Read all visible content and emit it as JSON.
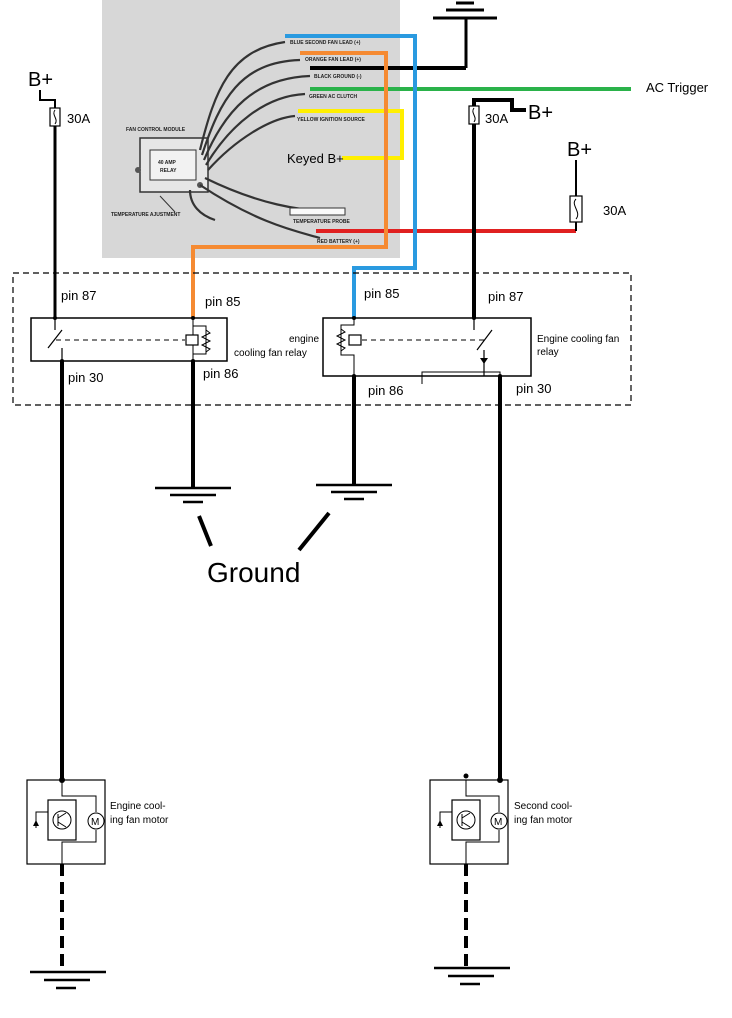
{
  "colors": {
    "background": "#ffffff",
    "photo_bg": "#d7d7d7",
    "wire_black": "#000000",
    "wire_orange": "#f58a32",
    "wire_blue": "#2a9ae0",
    "wire_green": "#2ab24a",
    "wire_yellow": "#ffef00",
    "wire_red": "#e02020"
  },
  "labels": {
    "b_plus_left": "B+",
    "b_plus_mid": "B+",
    "b_plus_right": "B+",
    "fuse_left": "30A",
    "fuse_mid": "30A",
    "fuse_right": "30A",
    "ac_trigger": "AC Trigger",
    "keyed_b_plus": "Keyed B+",
    "ground": "Ground"
  },
  "module": {
    "blue_lead": "BLUE SECOND FAN LEAD (+)",
    "orange_lead": "ORANGE FAN LEAD (+)",
    "black_ground": "BLACK GROUND (-)",
    "green_ac": "GREEN AC CLUTCH",
    "yellow_ign": "YELLOW IGNITION SOURCE",
    "fan_control": "FAN CONTROL MODULE",
    "relay_1": "40 AMP",
    "relay_2": "RELAY",
    "temp_adj": "TEMPERATURE AJUSTMENT",
    "temp_probe": "TEMPERATURE PROBE",
    "red_battery": "RED BATTERY (+)"
  },
  "relay_left": {
    "pin87": "pin 87",
    "pin85": "pin 85",
    "pin30": "pin 30",
    "pin86": "pin 86",
    "caption": "cooling fan relay"
  },
  "relay_right": {
    "pin85": "pin 85",
    "pin87": "pin 87",
    "pin86": "pin 86",
    "pin30": "pin 30",
    "engine": "engine",
    "caption_1": "Engine cooling fan",
    "caption_2": "relay"
  },
  "motor_left": {
    "line1": "Engine cool-",
    "line2": "ing fan motor",
    "m": "M"
  },
  "motor_right": {
    "line1": "Second cool-",
    "line2": "ing fan motor",
    "m": "M"
  }
}
